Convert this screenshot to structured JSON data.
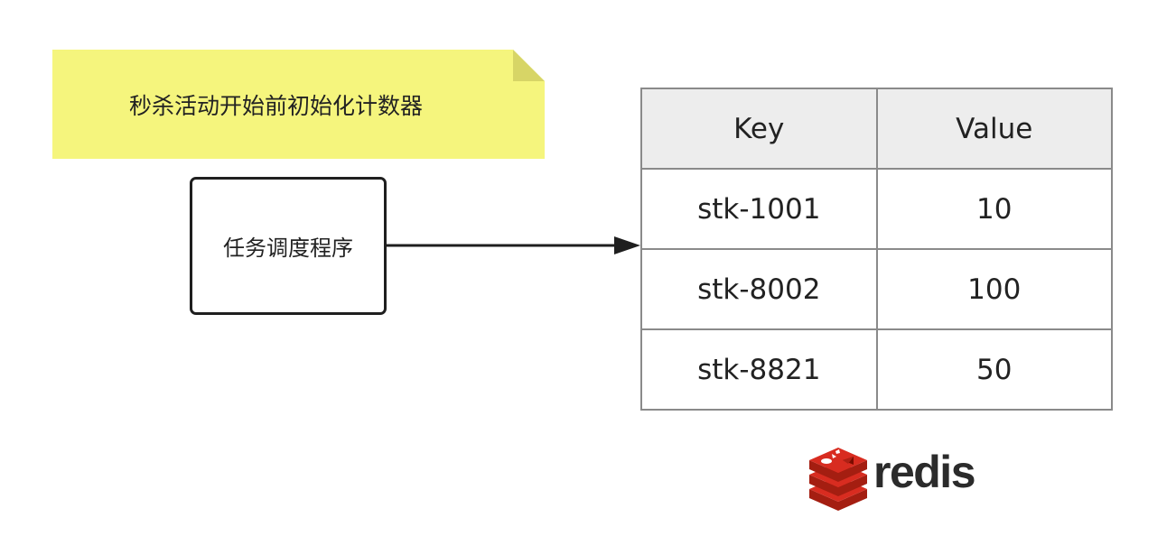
{
  "note": {
    "text": "秒杀活动开始前初始化计数器",
    "color": "#f5f57d",
    "fold_color": "#d7d566"
  },
  "process": {
    "label": "任务调度程序"
  },
  "table": {
    "headers": [
      "Key",
      "Value"
    ],
    "rows": [
      [
        "stk-1001",
        "10"
      ],
      [
        "stk-8002",
        "100"
      ],
      [
        "stk-8821",
        "50"
      ]
    ],
    "header_bg": "#ededed",
    "border_color": "#8a8a8a"
  },
  "redis_logo": {
    "word": "redis",
    "brand_color": "#c6302b"
  }
}
